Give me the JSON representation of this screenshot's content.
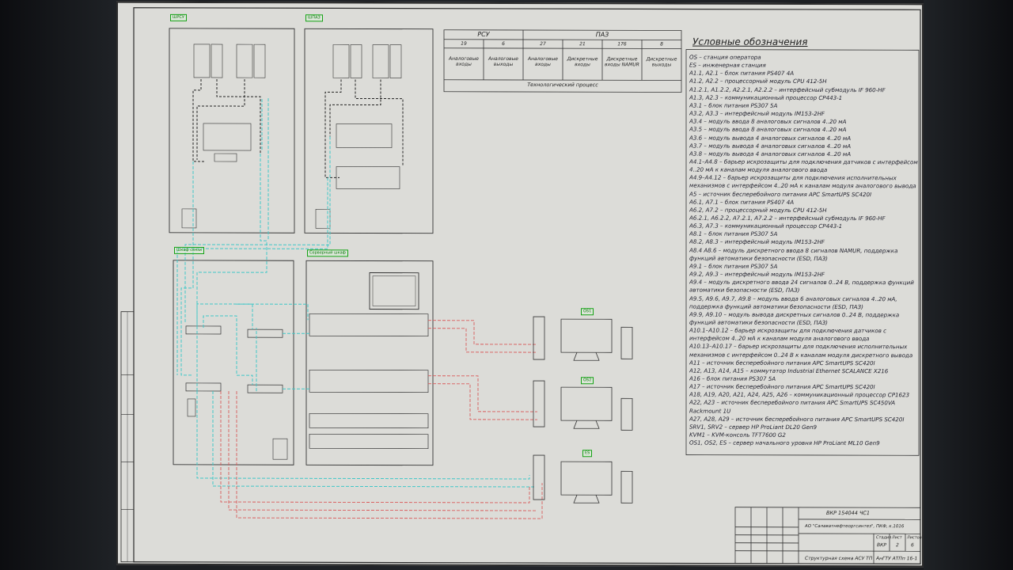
{
  "colors": {
    "sheet": "#dcdcd8",
    "line": "#2b2b2b",
    "cyan_cable": "#3fc7c7",
    "red_cable": "#d95a5a",
    "green_tag": "#14a114"
  },
  "legend": {
    "title": "Условные обозначения",
    "items": [
      "OS – станция оператора",
      "ES – инженерная станция",
      "A1.1, A2.1 – блок питания PS407 4A",
      "A1.2, A2.2 – процессорный модуль CPU 412-5H",
      "A1.2.1, A1.2.2, A2.2.1, A2.2.2 – интерфейсный субмодуль IF 960-HF",
      "A1.3, A2.3 – коммуникационный процессор CP443-1",
      "A3.1 – блок питания PS307 5A",
      "A3.2, A3.3 – интерфейсный модуль IM153-2HF",
      "A3.4 – модуль ввода 8 аналоговых сигналов 4..20 мА",
      "A3.5 – модуль ввода 8 аналоговых сигналов 4..20 мА",
      "A3.6 – модуль вывода 4 аналоговых сигналов 4..20 мА",
      "A3.7 – модуль вывода 4 аналоговых сигналов 4..20 мА",
      "A3.8 – модуль вывода 4 аналоговых сигналов 4..20 мА",
      "A4.1–A4.8 – барьер искрозащиты для подключения датчиков с интерфейсом",
      "4..20 мА к каналам модуля аналогового ввода",
      "A4.9–A4.12 – барьер искрозащиты для подключения исполнительных",
      "механизмов с интерфейсом 4..20 мА к каналам модуля аналогового вывода",
      "A5 – источник бесперебойного питания APC SmartUPS SC420I",
      "A6.1, A7.1 – блок питания PS407 4A",
      "A6.2, A7.2 – процессорный модуль CPU 412-5H",
      "A6.2.1, A6.2.2, A7.2.1, A7.2.2 – интерфейсный субмодуль IF 960-HF",
      "A6.3, A7.3 – коммуникационный процессор CP443-1",
      "A8.1 – блок питания PS307 5A",
      "A8.2, A8.3 – интерфейсный модуль IM153-2HF",
      "A8.4 A8.6 – модуль дискретного ввода 8 сигналов NAMUR, поддержка",
      "функций автоматики безопасности (ESD, ПАЗ)",
      "A9.1 – блок питания PS307 5A",
      "A9.2, A9.3 – интерфейсный модуль IM153-2HF",
      "A9.4 – модуль дискретного ввода 24 сигналов 0..24 В, поддержка функций",
      "автоматики безопасности (ESD, ПАЗ)",
      "A9.5, A9.6, A9.7, A9.8 – модуль ввода 6 аналоговых сигналов 4..20 мА,",
      "поддержка функций автоматики безопасности (ESD, ПАЗ)",
      "A9.9, A9.10 – модуль вывода дискретных сигналов 0..24 В, поддержка",
      "функций автоматики безопасности (ESD, ПАЗ)",
      "A10.1–A10.12 – барьер искрозащиты для подключения датчиков с",
      "интерфейсом 4..20 мА к каналам модуля аналогового ввода",
      "A10.13–A10.17 – барьер искрозащиты для подключения исполнительных",
      "механизмов с интерфейсом 0..24 В к каналам модуля дискретного вывода",
      "A11 – источник бесперебойного питания APC SmartUPS SC420I",
      "A12, A13, A14, A15 – коммутатор Industrial Ethernet SCALANCE X216",
      "A16 – блок питания PS307 5A",
      "A17 – источник бесперебойного питания APC SmartUPS SC420I",
      "A18, A19, A20, A21, A24, A25, A26 – коммуникационный процессор CP1623",
      "A22, A23 – источник бесперебойного питания APC SmartUPS SC450VA",
      "Rackmount 1U",
      "A27, A28, A29 – источник бесперебойного питания APC SmartUPS SC420I",
      "SRV1, SRV2 – сервер HP ProLiant DL20 Gen9",
      "KVM1 – KVM-консоль TFT7600 G2",
      "OS1, OS2, ES – сервер начального уровня HP ProLiant ML10 Gen9"
    ]
  },
  "signal_table": {
    "groups": [
      "РСУ",
      "ПАЗ"
    ],
    "numbers": [
      "19",
      "6",
      "27",
      "21",
      "176",
      "8"
    ],
    "columns": [
      "Аналоговые входы",
      "Аналоговые выходы",
      "Аналоговые входы",
      "Дискретные входы",
      "Дискретные входы NAMUR",
      "Дискретные выходы"
    ],
    "footer": "Технологический процесс"
  },
  "cabinets": {
    "top_left": "ШРСУ",
    "top_right": "ШПАЗ",
    "bottom_left": "Шкаф связи",
    "bottom_right": "Серверный шкаф"
  },
  "stations": [
    "OS1",
    "OS2",
    "ES"
  ],
  "title_block": {
    "code": "ВКР 154044 ЧС1",
    "org": "АО \"Салаватнефтеоргсинтез\", ПКФ, к.1016",
    "stage": "ВКР",
    "sheet": "2",
    "sheets": "6",
    "drawing_name": "Структурная схема АСУ ТП",
    "dept": "АнГТУ АТПп 16-1",
    "columns": [
      "Стадия",
      "Лист",
      "Листов"
    ]
  }
}
